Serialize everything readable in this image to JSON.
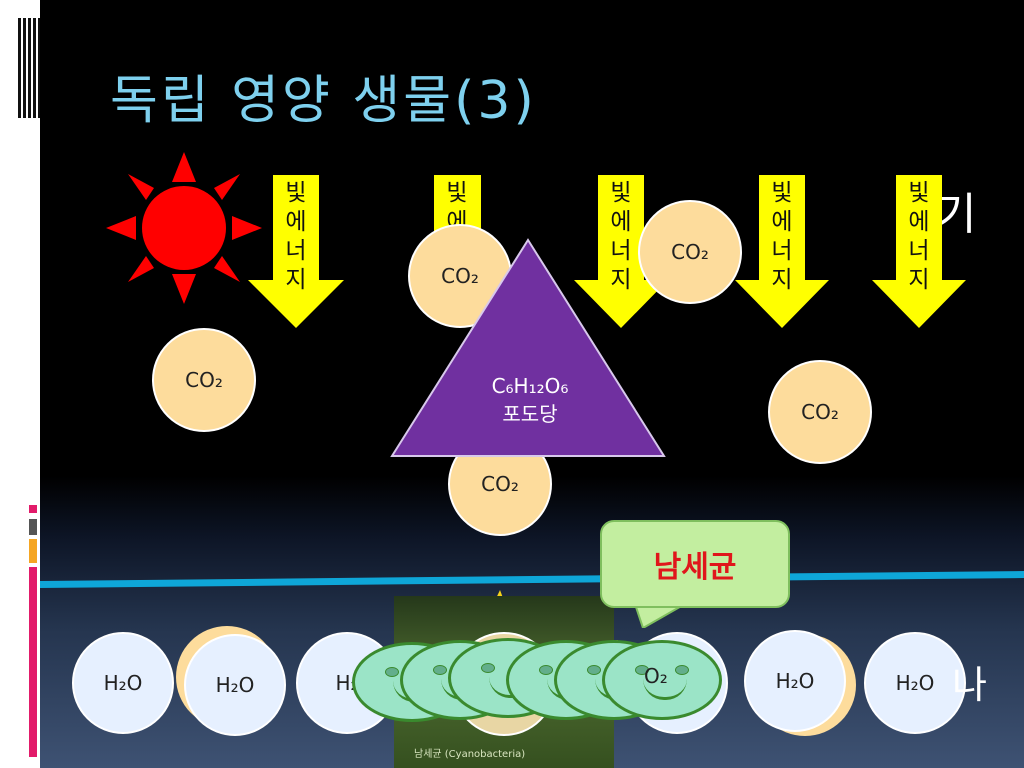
{
  "slide": {
    "title": "독립 영양 생물(3)",
    "ghost_right_top": "기",
    "ghost_right_bottom": "나"
  },
  "labels": {
    "light_energy": "빛\n에\n너\n지",
    "light_energy_partial": "빛\n에",
    "co2": "CO₂",
    "h2o": "H₂O",
    "h2o_partial": "H₂",
    "o2": "O₂",
    "glucose_formula": "C₆H₁₂O₆",
    "glucose_name": "포도당",
    "callout": "남세균",
    "photo_caption": "남세균 (Cyanobacteria)"
  },
  "colors": {
    "title": "#7ed0ee",
    "arrow": "#ffff00",
    "sun": "#ff0000",
    "triangle": "#7030a0",
    "co2_fill": "#fddc9c",
    "h2o_fill": "#e6f0ff",
    "callout_fill": "#c3eea0",
    "callout_text": "#e0161b",
    "blue_line": "#0ea6d8"
  }
}
